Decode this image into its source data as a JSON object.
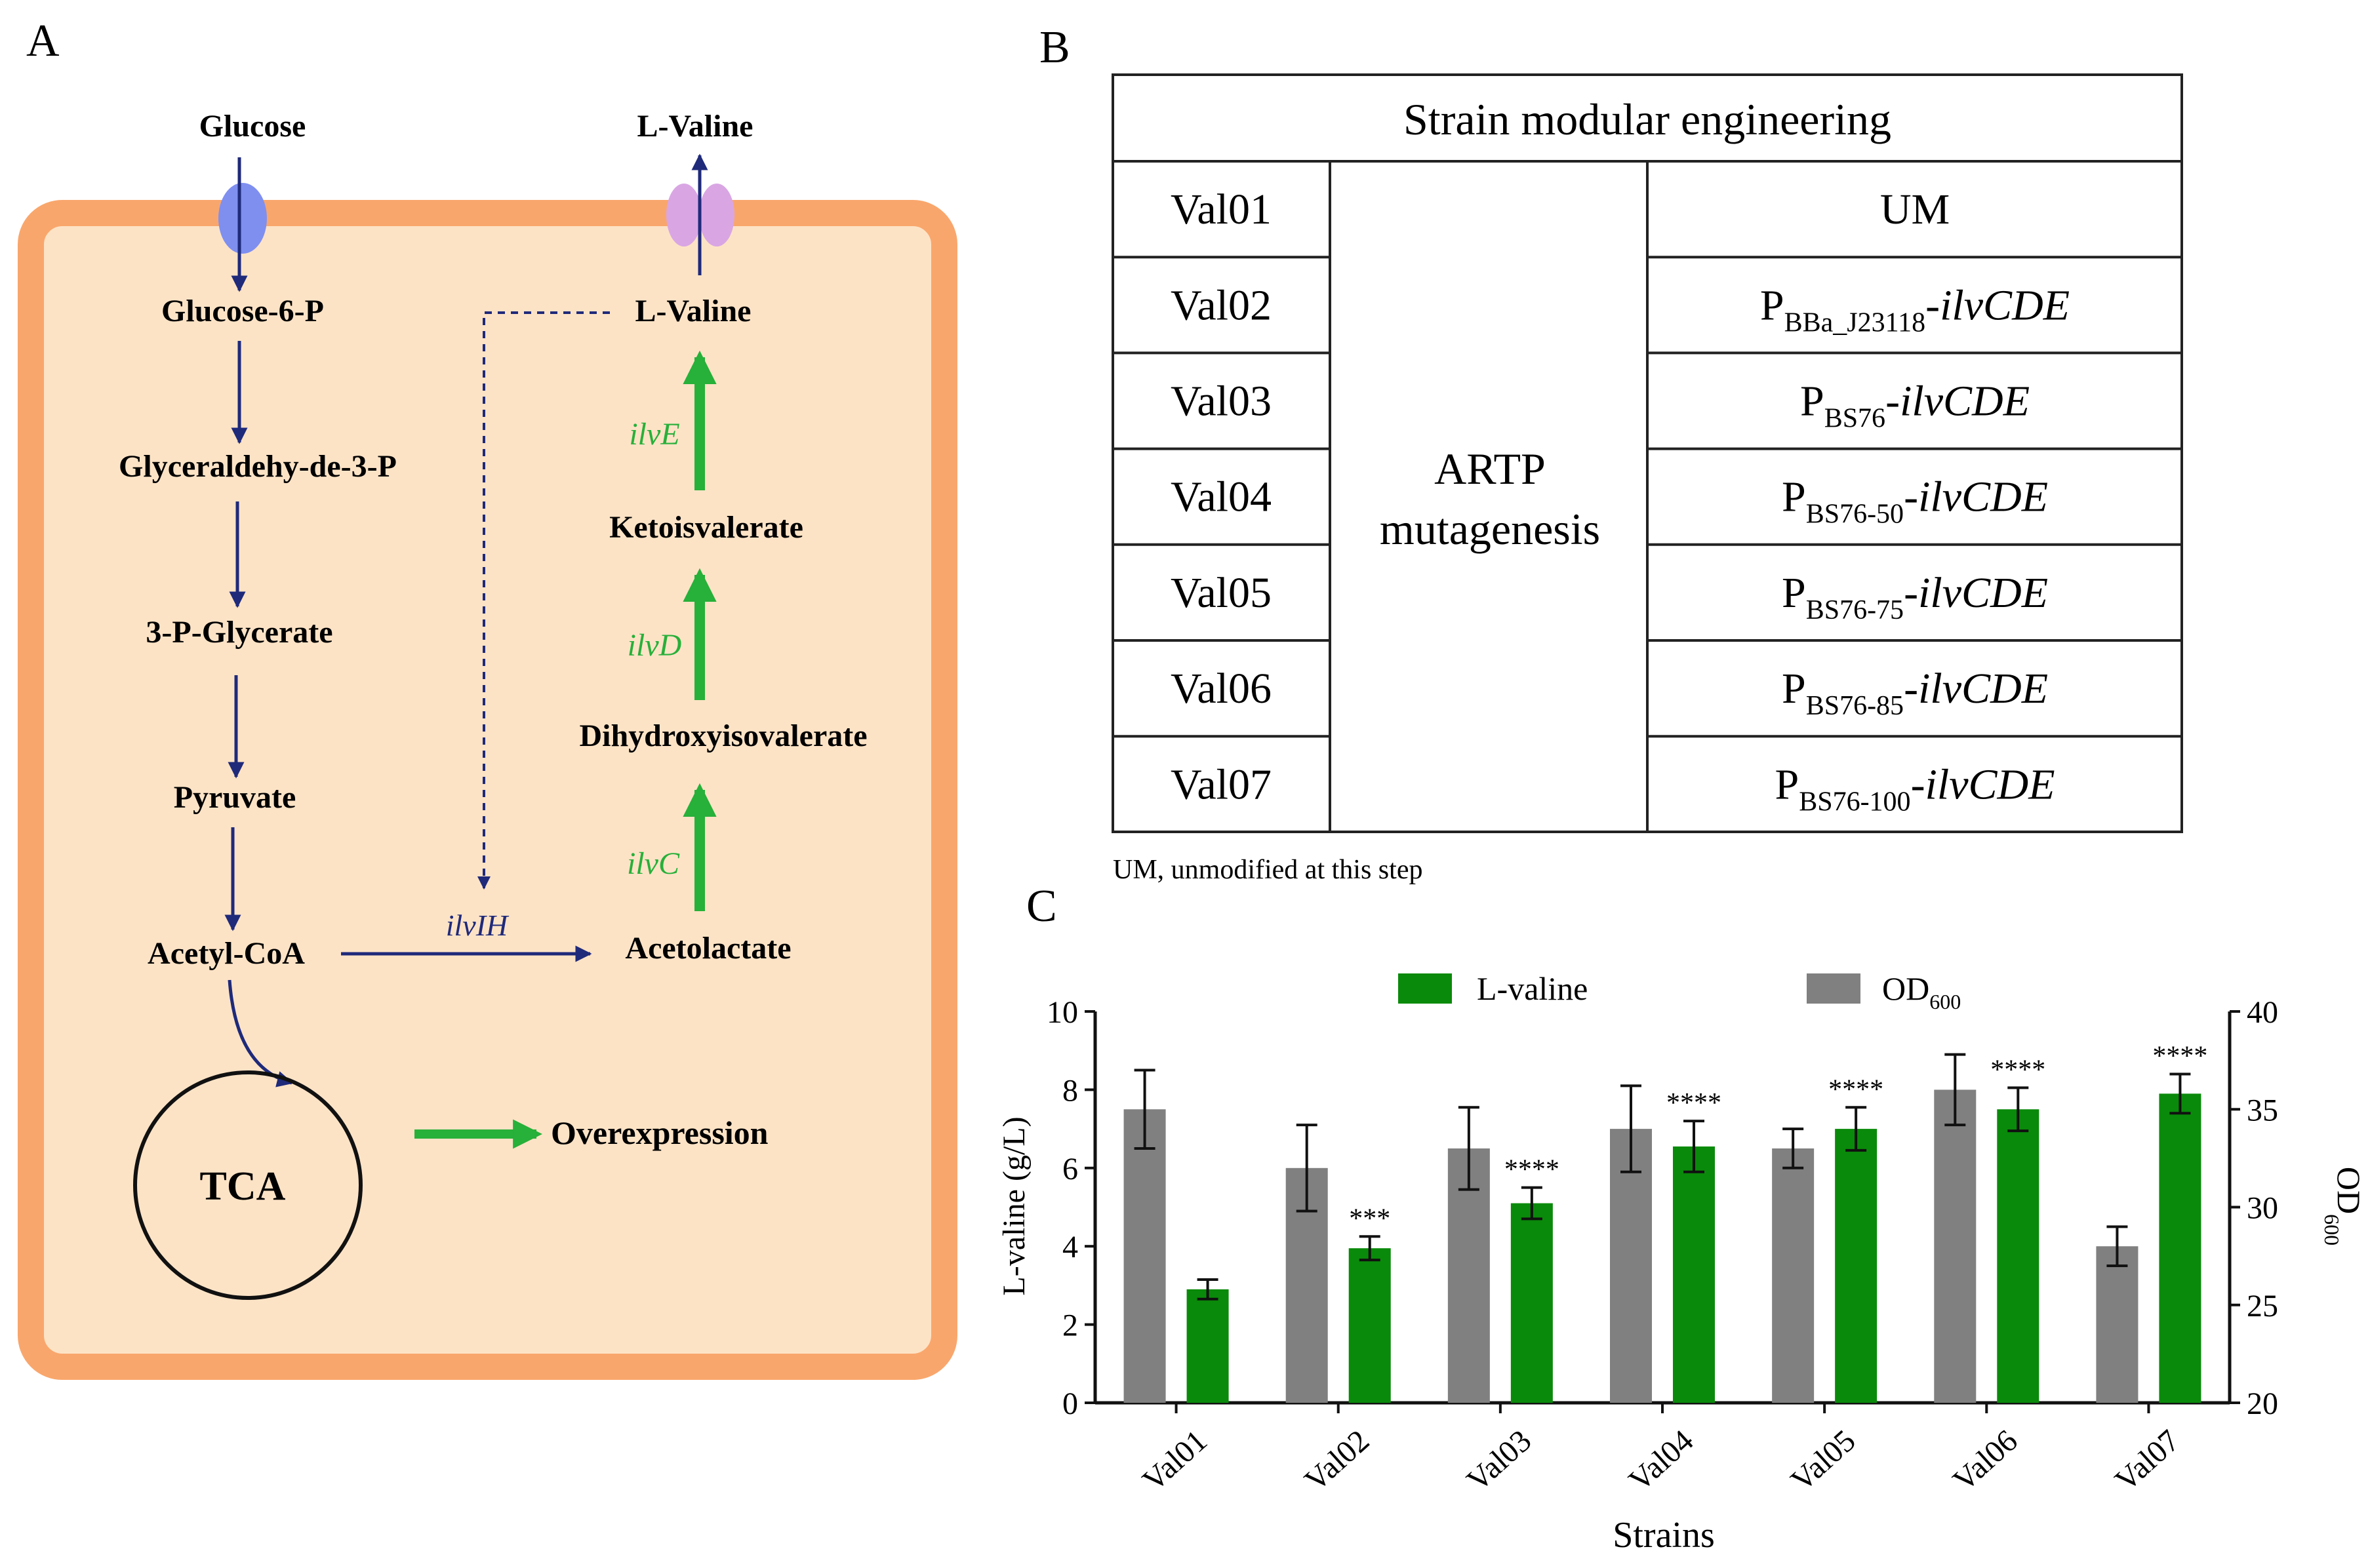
{
  "panels": {
    "a": "A",
    "b": "B",
    "c": "C"
  },
  "pathway": {
    "glucose": "Glucose",
    "lvaline_out": "L-Valine",
    "glucose6p": "Glucose-6-P",
    "lvaline_in": "L-Valine",
    "g3p": "Glyceraldehy-de-3-P",
    "ketoisovalerate": "Ketoisvalerate",
    "pg3": "3-P-Glycerate",
    "dihydroxy": "Dihydroxyisovalerate",
    "pyruvate": "Pyruvate",
    "acetylcoa": "Acetyl-CoA",
    "acetolactate": "Acetolactate",
    "tca": "TCA",
    "overexpression": "Overexpression",
    "enzymes": {
      "ilvE": "ilvE",
      "ilvD": "ilvD",
      "ilvC": "ilvC",
      "ilvIH": "ilvIH"
    },
    "colors": {
      "cell_fill": "#fde3c6",
      "cell_border": "#f9a66c",
      "arrow_blue": "#1f2a7a",
      "arrow_green": "#27b03a",
      "transporter_in": "#7f8ff0",
      "transporter_out": "#d9a6e3"
    }
  },
  "table": {
    "title": "Strain modular engineering",
    "mid_label": [
      "ARTP",
      "mutagenesis"
    ],
    "note": "UM, unmodified at this step",
    "rows": [
      {
        "strain": "Val01",
        "main": "UM",
        "sub": "",
        "gene": ""
      },
      {
        "strain": "Val02",
        "main": "P",
        "sub": "BBa_J23118",
        "gene": "-ilvCDE"
      },
      {
        "strain": "Val03",
        "main": "P",
        "sub": "BS76",
        "gene": "-ilvCDE"
      },
      {
        "strain": "Val04",
        "main": "P",
        "sub": "BS76-50",
        "gene": "-ilvCDE"
      },
      {
        "strain": "Val05",
        "main": "P",
        "sub": "BS76-75",
        "gene": "-ilvCDE"
      },
      {
        "strain": "Val06",
        "main": "P",
        "sub": "BS76-85",
        "gene": "-ilvCDE"
      },
      {
        "strain": "Val07",
        "main": "P",
        "sub": "BS76-100",
        "gene": "-ilvCDE"
      }
    ]
  },
  "legend": {
    "lvaline": "L-valine",
    "od_main": "OD",
    "od_sub": "600"
  },
  "chart_data": {
    "type": "bar",
    "categories": [
      "Val01",
      "Val02",
      "Val03",
      "Val04",
      "Val05",
      "Val06",
      "Val07"
    ],
    "xlabel": "Strains",
    "ylabel": "L-valine (g/L)",
    "y2label_main": "OD",
    "y2label_sub": "600",
    "ylim": [
      0,
      10
    ],
    "y2lim": [
      20,
      40
    ],
    "yticks": [
      "0",
      "2",
      "4",
      "6",
      "8",
      "10"
    ],
    "y2ticks": [
      "20",
      "25",
      "30",
      "35",
      "40"
    ],
    "series": [
      {
        "name": "OD600",
        "axis": "right",
        "color": "#808080",
        "values": [
          35,
          32,
          33,
          34,
          33,
          36,
          28
        ],
        "errors": [
          2,
          2.2,
          2.1,
          2.2,
          1,
          1.8,
          1
        ]
      },
      {
        "name": "L-valine",
        "axis": "left",
        "color": "#0a8a0a",
        "values": [
          2.9,
          3.95,
          5.1,
          6.55,
          7.0,
          7.5,
          7.9
        ],
        "errors": [
          0.25,
          0.3,
          0.4,
          0.65,
          0.55,
          0.55,
          0.5
        ],
        "significance": [
          "",
          "***",
          "****",
          "****",
          "****",
          "****",
          "****"
        ]
      }
    ]
  }
}
